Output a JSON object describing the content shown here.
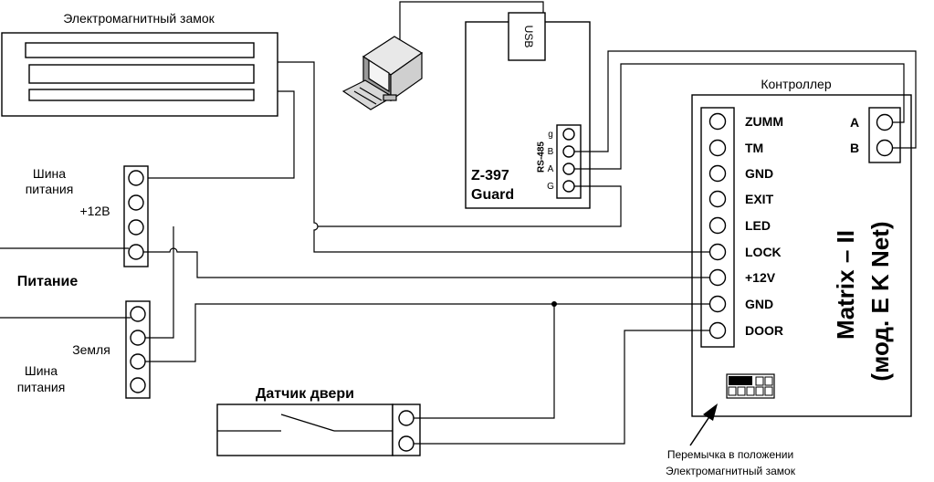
{
  "labels": {
    "maglock_title": "Электромагнитный замок",
    "bus_top": [
      "Шина",
      "питания"
    ],
    "plus12": "+12В",
    "power": "Питание",
    "ground": "Земля",
    "bus_bottom": [
      "Шина",
      "питания"
    ],
    "door_sensor": "Датчик двери",
    "usb": "USB",
    "z397_line1": "Z-397",
    "z397_line2": "Guard",
    "rs485": "RS-485",
    "rs485_pins": [
      "g",
      "B",
      "A",
      "G"
    ],
    "controller": "Контроллер",
    "controller_pins": [
      "ZUMM",
      "TM",
      "GND",
      "EXIT",
      "LED",
      "LOCK",
      "+12V",
      "GND",
      "DOOR"
    ],
    "ab_pins": [
      "A",
      "B"
    ],
    "matrix_line1": "Matrix – II",
    "matrix_line2": "(мод. E K Net)",
    "jumper_line1": "Перемычка в положении",
    "jumper_line2": "Электромагнитный замок"
  }
}
